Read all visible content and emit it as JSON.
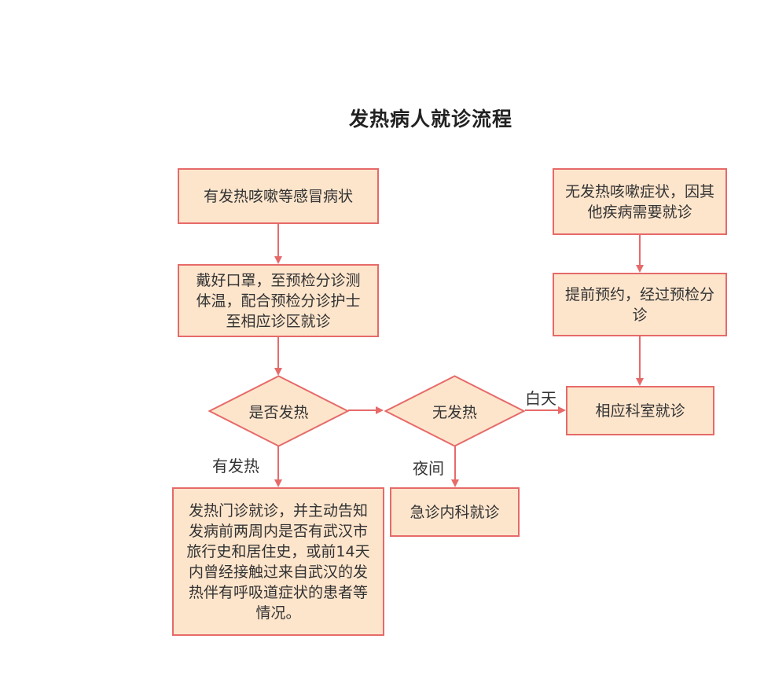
{
  "title": "发热病人就诊流程",
  "nodes": {
    "symptoms": "有发热咳嗽等感冒病状",
    "mask": "戴好口罩，至预检分诊测体温，配合预检分诊护士至相应诊区就诊",
    "is_fever": "是否发热",
    "no_fever": "无发热",
    "fever_clinic": "发热门诊就诊，并主动告知发病前两周内是否有武汉市旅行史和居住史，或前14天内曾经接触过来自武汉的发热伴有呼吸道症状的患者等情况。",
    "emergency": "急诊内科就诊",
    "no_symptoms": "无发热咳嗽症状，因其他疾病需要就诊",
    "appointment": "提前预约，经过预检分诊",
    "department": "相应科室就诊"
  },
  "edge_labels": {
    "has_fever": "有发热",
    "night": "夜间",
    "day": "白天"
  },
  "colors": {
    "node_fill": "#fde5cc",
    "node_border": "#e66a69",
    "edge": "#e66a69"
  }
}
